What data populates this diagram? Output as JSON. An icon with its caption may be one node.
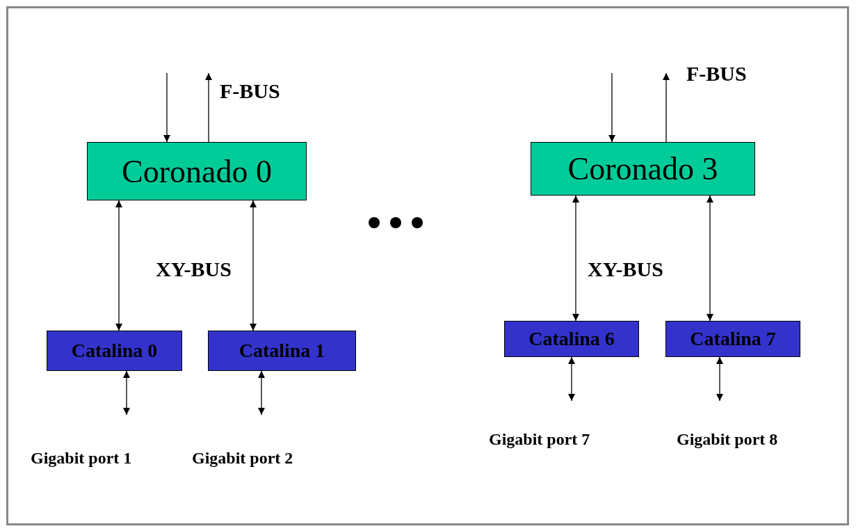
{
  "diagram": {
    "nodes": [
      {
        "text": [
          "Coronado 0"
        ]
      },
      {
        "text": [
          "Coronado 3"
        ]
      },
      {
        "text": [
          "Catalina 0"
        ]
      },
      {
        "text": [
          "Catalina 1"
        ]
      },
      {
        "text": [
          "Catalina 6"
        ]
      },
      {
        "text": [
          "Catalina 7"
        ]
      },
      {
        "text": [
          "Gigabit port 1"
        ]
      },
      {
        "text": [
          "Gigabit port 2"
        ]
      },
      {
        "text": [
          "Gigabit port 7"
        ]
      },
      {
        "text": [
          "Gigabit port 8"
        ]
      }
    ],
    "edges": [
      {
        "from": null,
        "to": 0,
        "arrow": "to"
      },
      {
        "from": 0,
        "to": null,
        "arrow": "to"
      },
      {
        "from": null,
        "to": 1,
        "arrow": "to"
      },
      {
        "from": 1,
        "to": null,
        "arrow": "to"
      },
      {
        "from": 0,
        "to": 2,
        "arrow": "both"
      },
      {
        "from": 0,
        "to": 3,
        "arrow": "both"
      },
      {
        "from": 1,
        "to": 4,
        "arrow": "both"
      },
      {
        "from": 1,
        "to": 5,
        "arrow": "both"
      },
      {
        "from": 2,
        "to": 6,
        "arrow": "both"
      },
      {
        "from": 3,
        "to": 7,
        "arrow": "both"
      },
      {
        "from": 4,
        "to": 8,
        "arrow": "both"
      },
      {
        "from": 5,
        "to": 9,
        "arrow": "both"
      }
    ],
    "labels": [
      "F-BUS",
      "F-BUS",
      "XY-BUS",
      "XY-BUS"
    ]
  }
}
